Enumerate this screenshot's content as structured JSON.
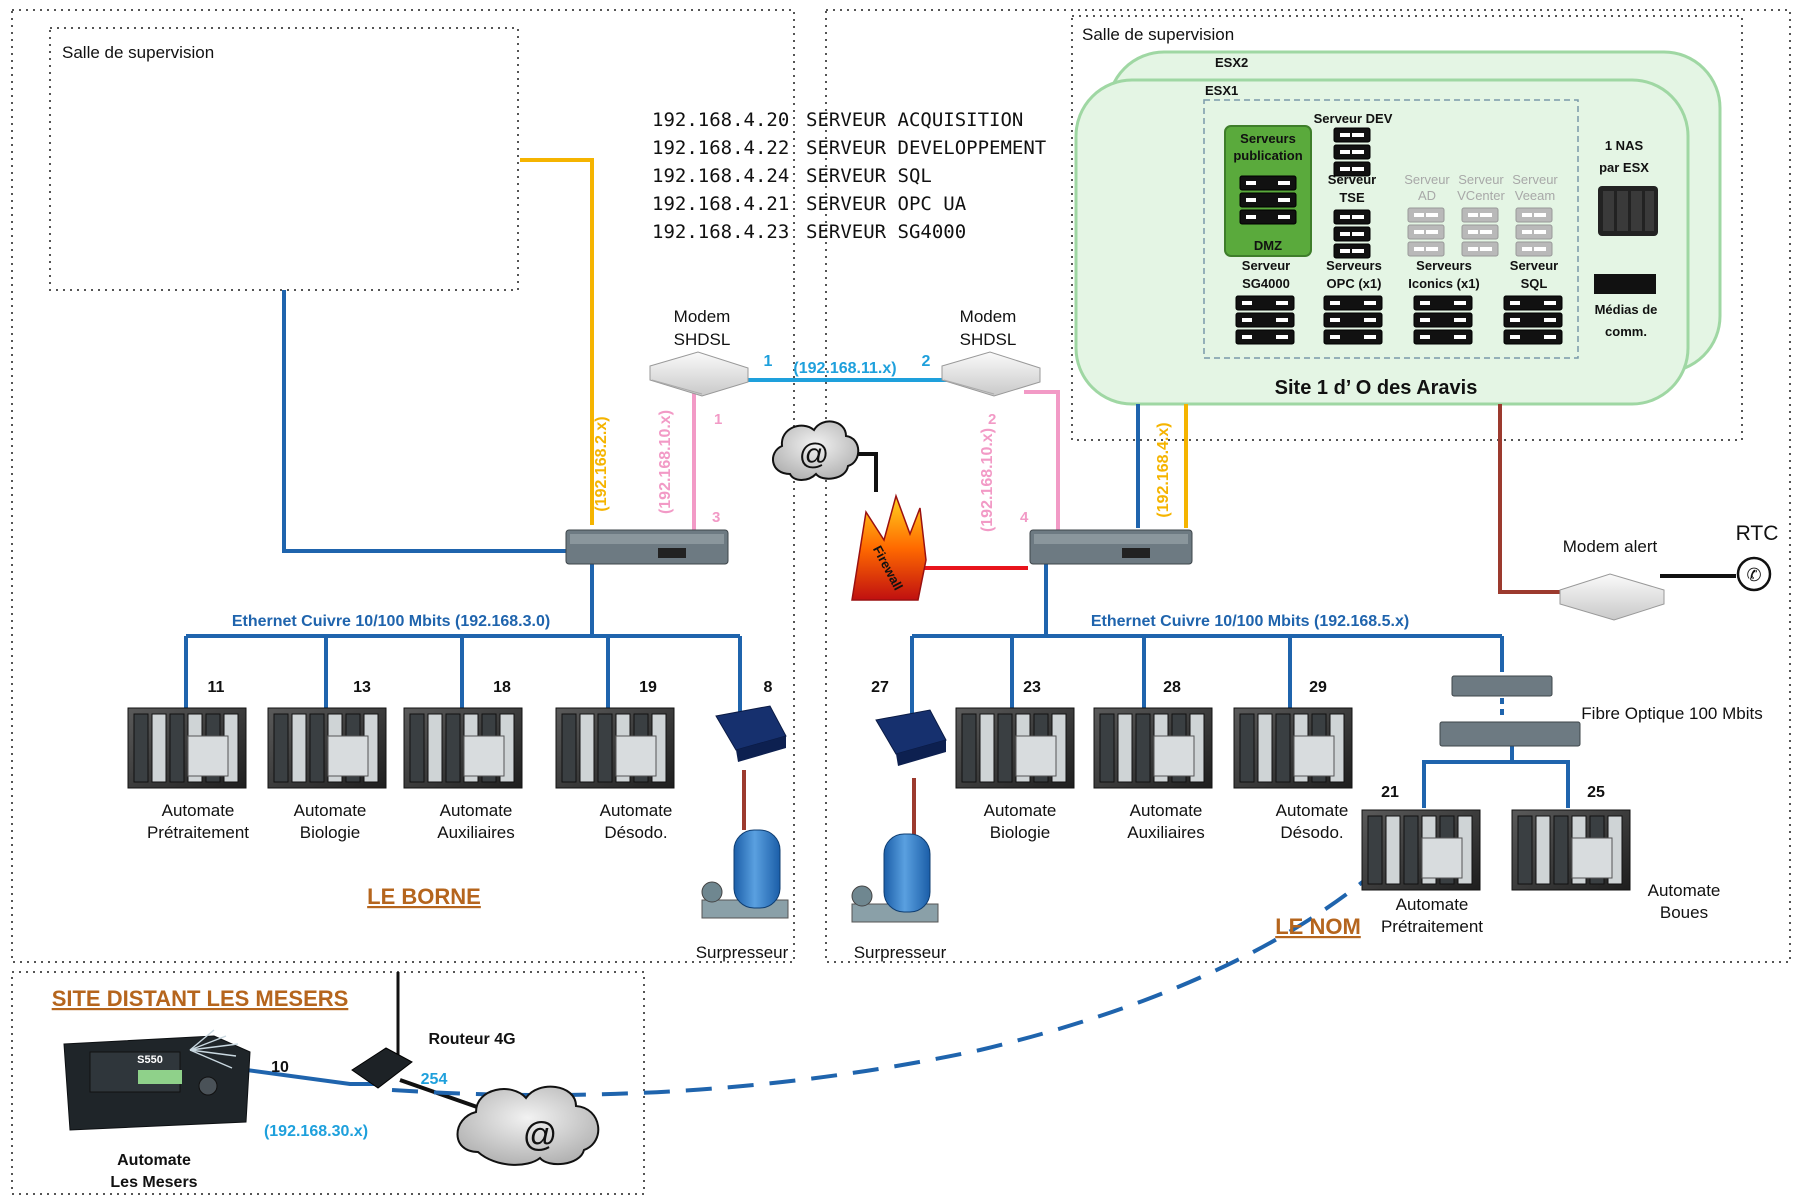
{
  "zones": {
    "supervision_left": "Salle de supervision",
    "supervision_right": "Salle de supervision",
    "site_le_borne": "LE BORNE",
    "site_le_nom": "LE NOM",
    "site_distant": "SITE DISTANT LES MESERS"
  },
  "servers_list": [
    {
      "ip": "192.168.4.20",
      "name": "SERVEUR ACQUISITION"
    },
    {
      "ip": "192.168.4.22",
      "name": "SERVEUR DEVELOPPEMENT"
    },
    {
      "ip": "192.168.4.24",
      "name": "SERVEUR SQL"
    },
    {
      "ip": "192.168.4.21",
      "name": "SERVEUR OPC UA"
    },
    {
      "ip": "192.168.4.23",
      "name": "SERVEUR SG4000"
    }
  ],
  "esx": {
    "esx2": "ESX2",
    "esx1": "ESX1",
    "publication": [
      "Serveurs",
      "publication"
    ],
    "dmz": "DMZ",
    "dev": "Serveur DEV",
    "tse": [
      "Serveur",
      "TSE"
    ],
    "gray": [
      [
        "Serveur",
        "AD"
      ],
      [
        "Serveur",
        "VCenter"
      ],
      [
        "Serveur",
        "Veeam"
      ]
    ],
    "sg4000": [
      "Serveur",
      "SG4000"
    ],
    "opc": [
      "Serveurs",
      "OPC (x1)"
    ],
    "iconics": [
      "Serveurs",
      "Iconics (x1)"
    ],
    "sql": [
      "Serveur",
      "SQL"
    ],
    "nas": [
      "1 NAS",
      "par ESX"
    ],
    "medias": [
      "Médias de",
      "comm."
    ],
    "site_title": "Site 1 d’ O des Aravis"
  },
  "modems": {
    "left": [
      "Modem",
      "SHDSL"
    ],
    "right": [
      "Modem",
      "SHDSL"
    ],
    "alert": "Modem alert",
    "rtc": "RTC"
  },
  "links": {
    "shdsl": "(192.168.11.x)",
    "port1": "1",
    "port2": "2",
    "left_pink": "(192.168.10.x)",
    "right_pink": "(192.168.10.x)",
    "left_yellow": "(192.168.2.x)",
    "right_yellow": "(192.168.4.x)",
    "pink_top_left": "1",
    "pink_bot_left": "3",
    "pink_top_right": "2",
    "pink_bot_right": "4",
    "internet": "@",
    "firewall": "Firewall"
  },
  "ethernet": {
    "left": "Ethernet Cuivre 10/100 Mbits (192.168.3.0)",
    "right": "Ethernet Cuivre 10/100 Mbits (192.168.5.x)",
    "fibre": "Fibre Optique 100 Mbits"
  },
  "left_devices": [
    {
      "num": "11",
      "label": [
        "Automate",
        "Prétraitement"
      ]
    },
    {
      "num": "13",
      "label": [
        "Automate",
        "Biologie"
      ]
    },
    {
      "num": "18",
      "label": [
        "Automate",
        "Auxiliaires"
      ]
    },
    {
      "num": "19",
      "label": [
        "Automate",
        "Désodo."
      ]
    },
    {
      "num": "8",
      "label": [
        "Surpresseur"
      ]
    }
  ],
  "right_devices": [
    {
      "num": "27",
      "label": [
        "Surpresseur"
      ]
    },
    {
      "num": "23",
      "label": [
        "Automate",
        "Biologie"
      ]
    },
    {
      "num": "28",
      "label": [
        "Automate",
        "Auxiliaires"
      ]
    },
    {
      "num": "29",
      "label": [
        "Automate",
        "Désodo."
      ]
    },
    {
      "num": "21",
      "label": [
        "Automate",
        "Prétraitement"
      ]
    },
    {
      "num": "25",
      "label": [
        "Automate",
        "Boues"
      ]
    }
  ],
  "remote": {
    "router": "Routeur 4G",
    "num10": "10",
    "num254": "254",
    "subnet": "(192.168.30.x)",
    "plc": [
      "Automate",
      "Les Mesers"
    ],
    "plc_brand": "S550"
  },
  "colors": {
    "blue": "#1f64ad",
    "lightblue": "#1ea0dc",
    "yellow": "#f5b400",
    "pink": "#f29ac6",
    "red": "#e8141c",
    "brown": "#9c3a2e",
    "green_fill": "#e4f5e4",
    "green_stroke": "#9fd7a3",
    "dmz": "#5aaa3c"
  }
}
